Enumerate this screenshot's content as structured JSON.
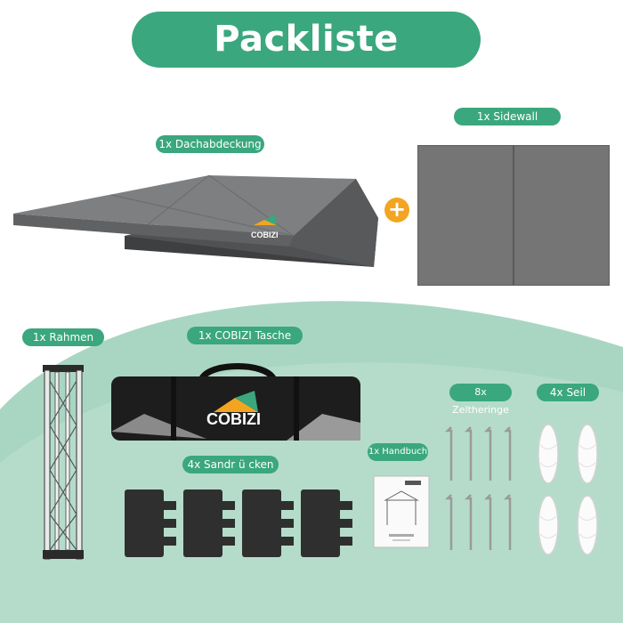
{
  "title": "Packliste",
  "items": {
    "roof": "1x Dachabdeckung",
    "sidewall": "1x Sidewall",
    "frame": "1x Rahmen",
    "bag": "1x COBIZI Tasche",
    "pegs": "8x Zeltheringe",
    "ropes": "4x Seil",
    "sandbags": "4x Sandr ü cken",
    "manual": "1x Handbuch"
  },
  "brand": "COBIZI",
  "plus_symbol": "+",
  "colors": {
    "accent": "#3aa77e",
    "background_wave": "#a9d6c3",
    "plus": "#f3a521",
    "canopy": "#6f7072"
  }
}
